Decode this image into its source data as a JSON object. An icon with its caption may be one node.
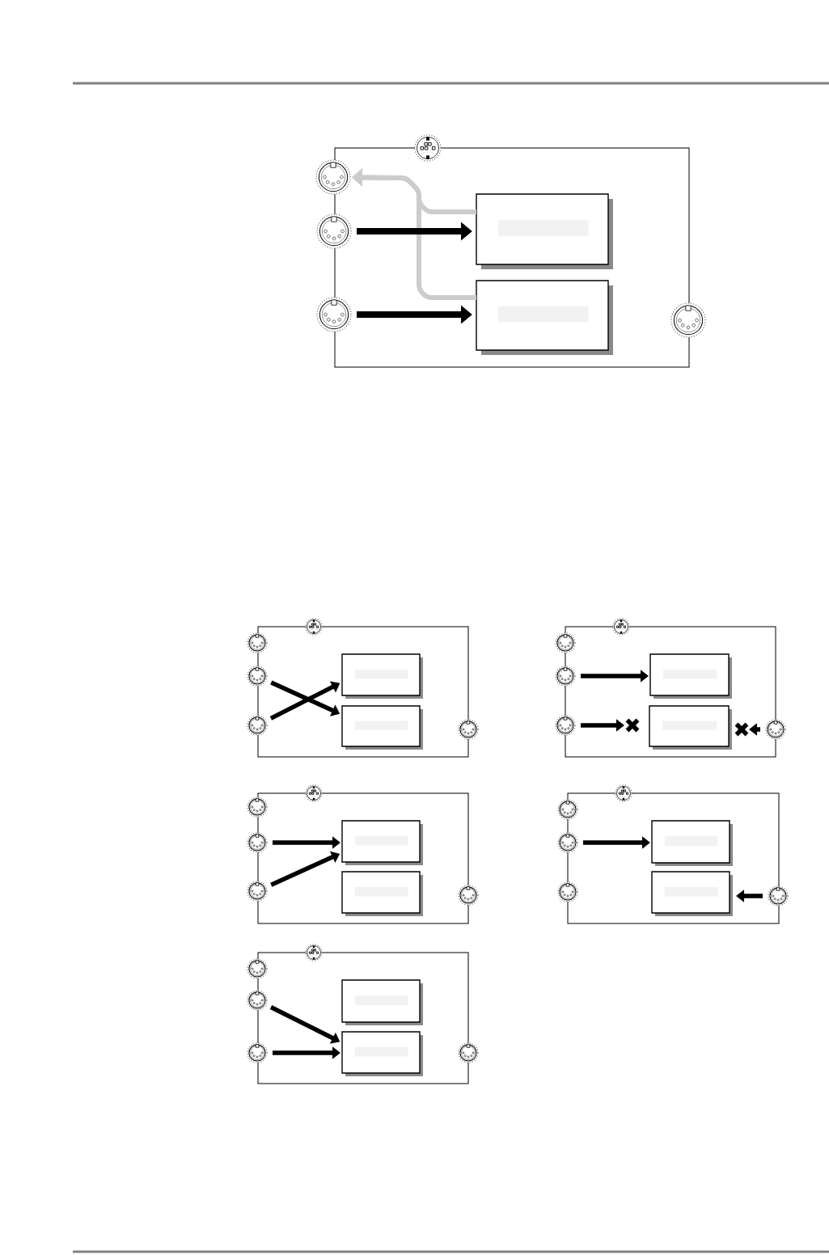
{
  "diagram": {
    "nodes": [
      {
        "text": [],
        "shape": "box"
      },
      {
        "text": [],
        "shape": "circle"
      },
      {
        "text": [],
        "shape": "circle"
      },
      {
        "text": [],
        "shape": "circle"
      },
      {
        "text": [],
        "shape": "circle"
      },
      {
        "text": [],
        "shape": "box",
        "in": 0
      },
      {
        "text": [],
        "shape": "box",
        "in": 0
      },
      {
        "text": [],
        "shape": "circle"
      },
      {
        "text": [],
        "shape": "box"
      },
      {
        "text": [],
        "shape": "circle"
      },
      {
        "text": [],
        "shape": "circle"
      },
      {
        "text": [],
        "shape": "circle"
      },
      {
        "text": [],
        "shape": "circle"
      },
      {
        "text": [],
        "shape": "box",
        "in": 8
      },
      {
        "text": [],
        "shape": "box",
        "in": 8
      },
      {
        "text": [],
        "shape": "circle"
      },
      {
        "text": [],
        "shape": "box"
      },
      {
        "text": [],
        "shape": "circle"
      },
      {
        "text": [],
        "shape": "circle"
      },
      {
        "text": [],
        "shape": "circle"
      },
      {
        "text": [],
        "shape": "circle"
      },
      {
        "text": [],
        "shape": "box",
        "in": 16
      },
      {
        "text": [],
        "shape": "box",
        "in": 16
      },
      {
        "text": [],
        "shape": "circle"
      },
      {
        "text": [],
        "shape": "cross",
        "in": 16
      },
      {
        "text": [],
        "shape": "cross",
        "in": 16
      },
      {
        "text": [],
        "shape": "box"
      },
      {
        "text": [],
        "shape": "circle"
      },
      {
        "text": [],
        "shape": "circle"
      },
      {
        "text": [],
        "shape": "circle"
      },
      {
        "text": [],
        "shape": "circle"
      },
      {
        "text": [],
        "shape": "box",
        "in": 26
      },
      {
        "text": [],
        "shape": "box",
        "in": 26
      },
      {
        "text": [],
        "shape": "circle"
      },
      {
        "text": [],
        "shape": "box"
      },
      {
        "text": [],
        "shape": "circle"
      },
      {
        "text": [],
        "shape": "circle"
      },
      {
        "text": [],
        "shape": "circle"
      },
      {
        "text": [],
        "shape": "circle"
      },
      {
        "text": [],
        "shape": "box",
        "in": 34
      },
      {
        "text": [],
        "shape": "box",
        "in": 34
      },
      {
        "text": [],
        "shape": "circle"
      },
      {
        "text": [],
        "shape": "box"
      },
      {
        "text": [],
        "shape": "circle"
      },
      {
        "text": [],
        "shape": "circle"
      },
      {
        "text": [],
        "shape": "circle"
      },
      {
        "text": [],
        "shape": "circle"
      },
      {
        "text": [],
        "shape": "box",
        "in": 42
      },
      {
        "text": [],
        "shape": "box",
        "in": 42
      },
      {
        "text": [],
        "shape": "circle"
      }
    ],
    "edges": [
      {
        "from": 5,
        "to": 2,
        "arrow": "to",
        "color": "#cccccc"
      },
      {
        "from": 6,
        "to": 2,
        "arrow": "to",
        "color": "#cccccc"
      },
      {
        "from": 3,
        "to": 5,
        "arrow": "to"
      },
      {
        "from": 4,
        "to": 6,
        "arrow": "to"
      },
      {
        "from": 11,
        "to": 14,
        "arrow": "to"
      },
      {
        "from": 12,
        "to": 13,
        "arrow": "to"
      },
      {
        "from": 19,
        "to": 21,
        "arrow": "to"
      },
      {
        "from": 20,
        "to": 24,
        "arrow": "to"
      },
      {
        "from": 23,
        "to": 25,
        "arrow": "to"
      },
      {
        "from": 29,
        "to": 31,
        "arrow": "to"
      },
      {
        "from": 30,
        "to": 31,
        "arrow": "to"
      },
      {
        "from": 37,
        "to": 39,
        "arrow": "to"
      },
      {
        "from": 41,
        "to": 40,
        "arrow": "to"
      },
      {
        "from": 45,
        "to": 48,
        "arrow": "to"
      },
      {
        "from": 46,
        "to": 48,
        "arrow": "to"
      }
    ]
  }
}
